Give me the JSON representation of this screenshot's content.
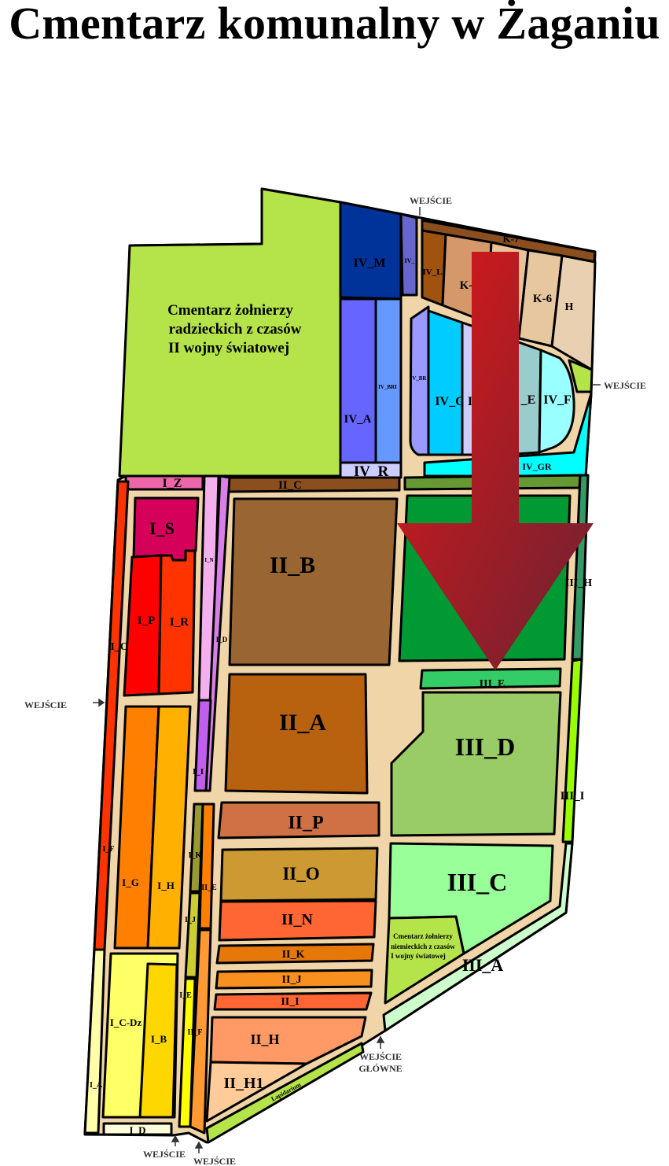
{
  "title": "Cmentarz komunalny w Żaganiu",
  "sections": {
    "soviet": [
      "Cmentarz żołnierzy",
      "radzieckich z czasów",
      "II wojny światowej"
    ],
    "german": [
      "Cmentarz żołnierzy",
      "niemieckich z czasów",
      "I wojny światowej"
    ],
    "IV_M": "IV_M",
    "IV_small": "IV_",
    "IV_A": "IV_A",
    "IV_BRI": "IV_BRI",
    "IV_R": "IV_R",
    "K7": "K-7",
    "IV_L": "IV_L",
    "K5": "K-",
    "K6": "K-6",
    "H": "H",
    "IV_BR": "IV_BR",
    "IV_C": "IV_C",
    "IV_D": "I",
    "IV_E": "_E",
    "IV_F": "IV_F",
    "IV_GR": "IV_GR",
    "II_C": "II_C",
    "III_H": "III_H",
    "II_B": "II_B",
    "III_E": "III_E",
    "II_A": "II_A",
    "III_D": "III_D",
    "III_I": "III_I",
    "II_P": "II_P",
    "III_C": "III_C",
    "III_A": "III_A",
    "II_O": "II_O",
    "II_N": "II_N",
    "II_K": "II_K",
    "II_J": "II_J",
    "II_I": "II_I",
    "II_H": "II_H",
    "II_H1": "II_H1",
    "lapidarium": "Lapidarium",
    "I_Z": "I_Z",
    "I_N": "I_N",
    "I_D_strip": "I_D",
    "I_I": "I_I",
    "I_O": "I_O",
    "I_S": "I_S",
    "I_P": "I_P",
    "I_R": "I_R",
    "I_G": "I_G",
    "I_H": "I_H",
    "I_F": "I_F",
    "I_K": "I_K",
    "I_J": "I_J",
    "I_E": "I_E",
    "II_E": "II_E",
    "II_F": "II_F",
    "I_C_Dz": "I_C-Dz",
    "I_B": "I_B",
    "I_A": "I_A",
    "I_D": "I_D"
  },
  "entrances": {
    "top": "WEJŚCIE",
    "east": "WEJŚCIE",
    "west": "WEJŚCIE",
    "main_1": "WEJŚCIE",
    "main_2": "GŁÓWNE",
    "bottom_1": "WEJŚCIE",
    "bottom_2": "WEJŚCIE"
  },
  "colors": {
    "path": "#f0d5a8",
    "arrow_top": "#e01818",
    "arrow_bottom": "#6b2232"
  }
}
